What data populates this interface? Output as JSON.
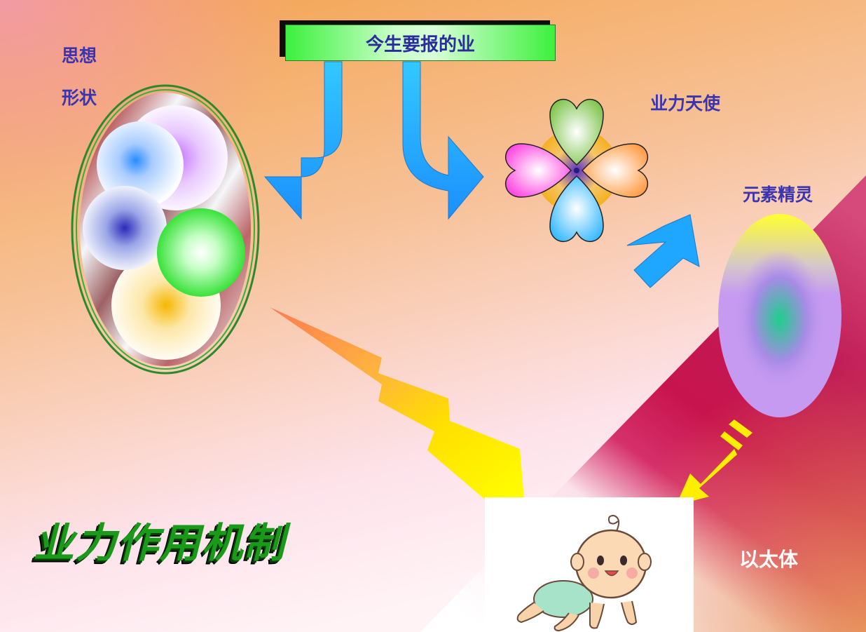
{
  "diagram": {
    "top_box_label": "今生要报的业",
    "thought_label_line1": "思想",
    "thought_label_line2": "形状",
    "karma_angel_label": "业力天使",
    "elemental_label": "元素精灵",
    "etheric_label": "以太体",
    "main_title": "业力作用机制"
  },
  "colors": {
    "label_blue": "#3a34b0",
    "title_green": "#199a19",
    "arrow_blue": "#1fa6ff",
    "arrow_yellow": "#ffee00",
    "bg_orange": "#f2a848",
    "bg_magenta": "#c8144e"
  },
  "icons": [
    "thought-forms-ellipse-icon",
    "four-heart-clover-icon",
    "elemental-oval-icon",
    "crawling-baby-icon",
    "lightning-arrow-icon"
  ]
}
